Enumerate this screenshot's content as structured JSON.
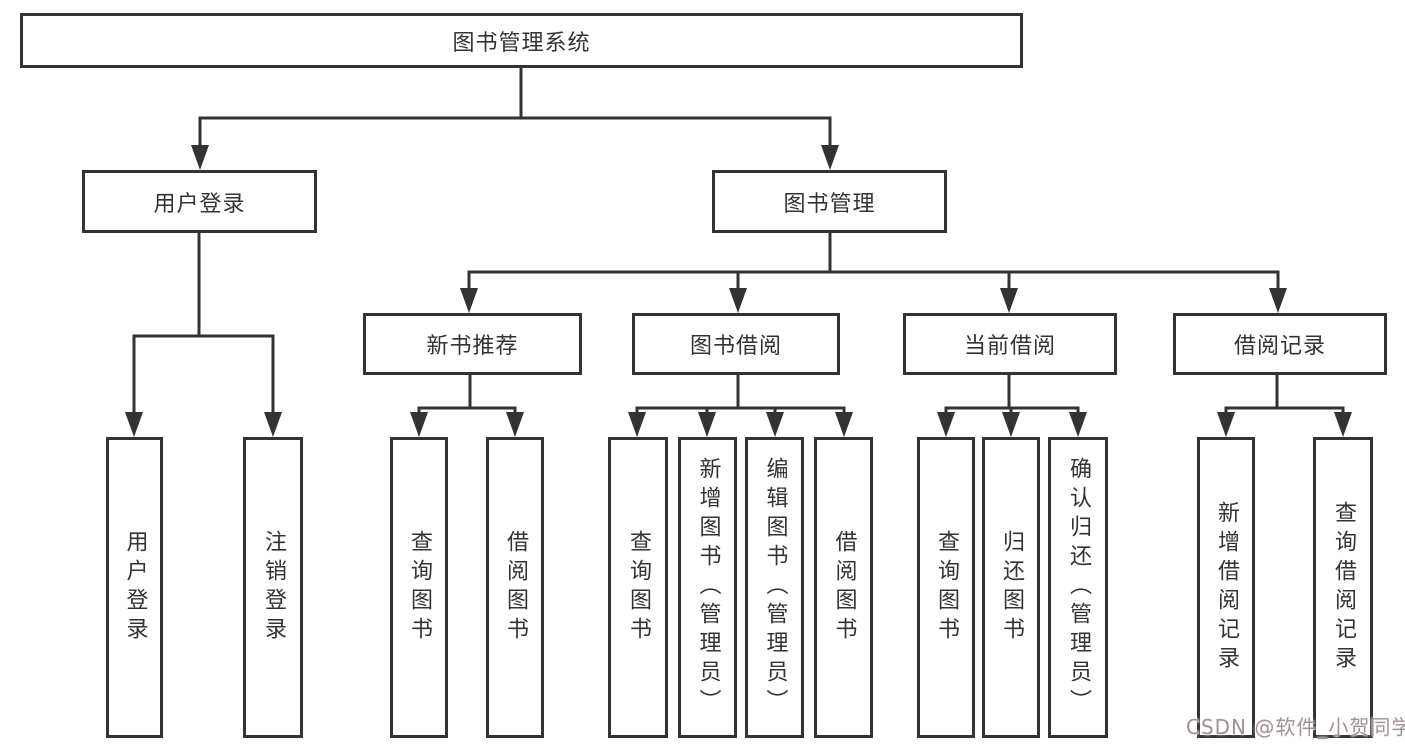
{
  "tree": {
    "root": {
      "label": "图书管理系统"
    },
    "branches": [
      {
        "label": "用户登录",
        "leaves": [
          "用户登录",
          "注销登录"
        ]
      },
      {
        "label": "图书管理",
        "children": [
          {
            "label": "新书推荐",
            "leaves": [
              "查询图书",
              "借阅图书"
            ]
          },
          {
            "label": "图书借阅",
            "leaves": [
              "查询图书",
              "新增图书（管理员）",
              "编辑图书（管理员）",
              "借阅图书"
            ]
          },
          {
            "label": "当前借阅",
            "leaves": [
              "查询图书",
              "归还图书",
              "确认归还（管理员）"
            ]
          },
          {
            "label": "借阅记录",
            "leaves": [
              "新增借阅记录",
              "查询借阅记录"
            ]
          }
        ]
      }
    ]
  },
  "watermark": {
    "text": "CSDN @软件_小贺同学"
  },
  "colors": {
    "line": "#333333",
    "text": "#333333",
    "background": "#ffffff",
    "watermark": "#a09395"
  }
}
